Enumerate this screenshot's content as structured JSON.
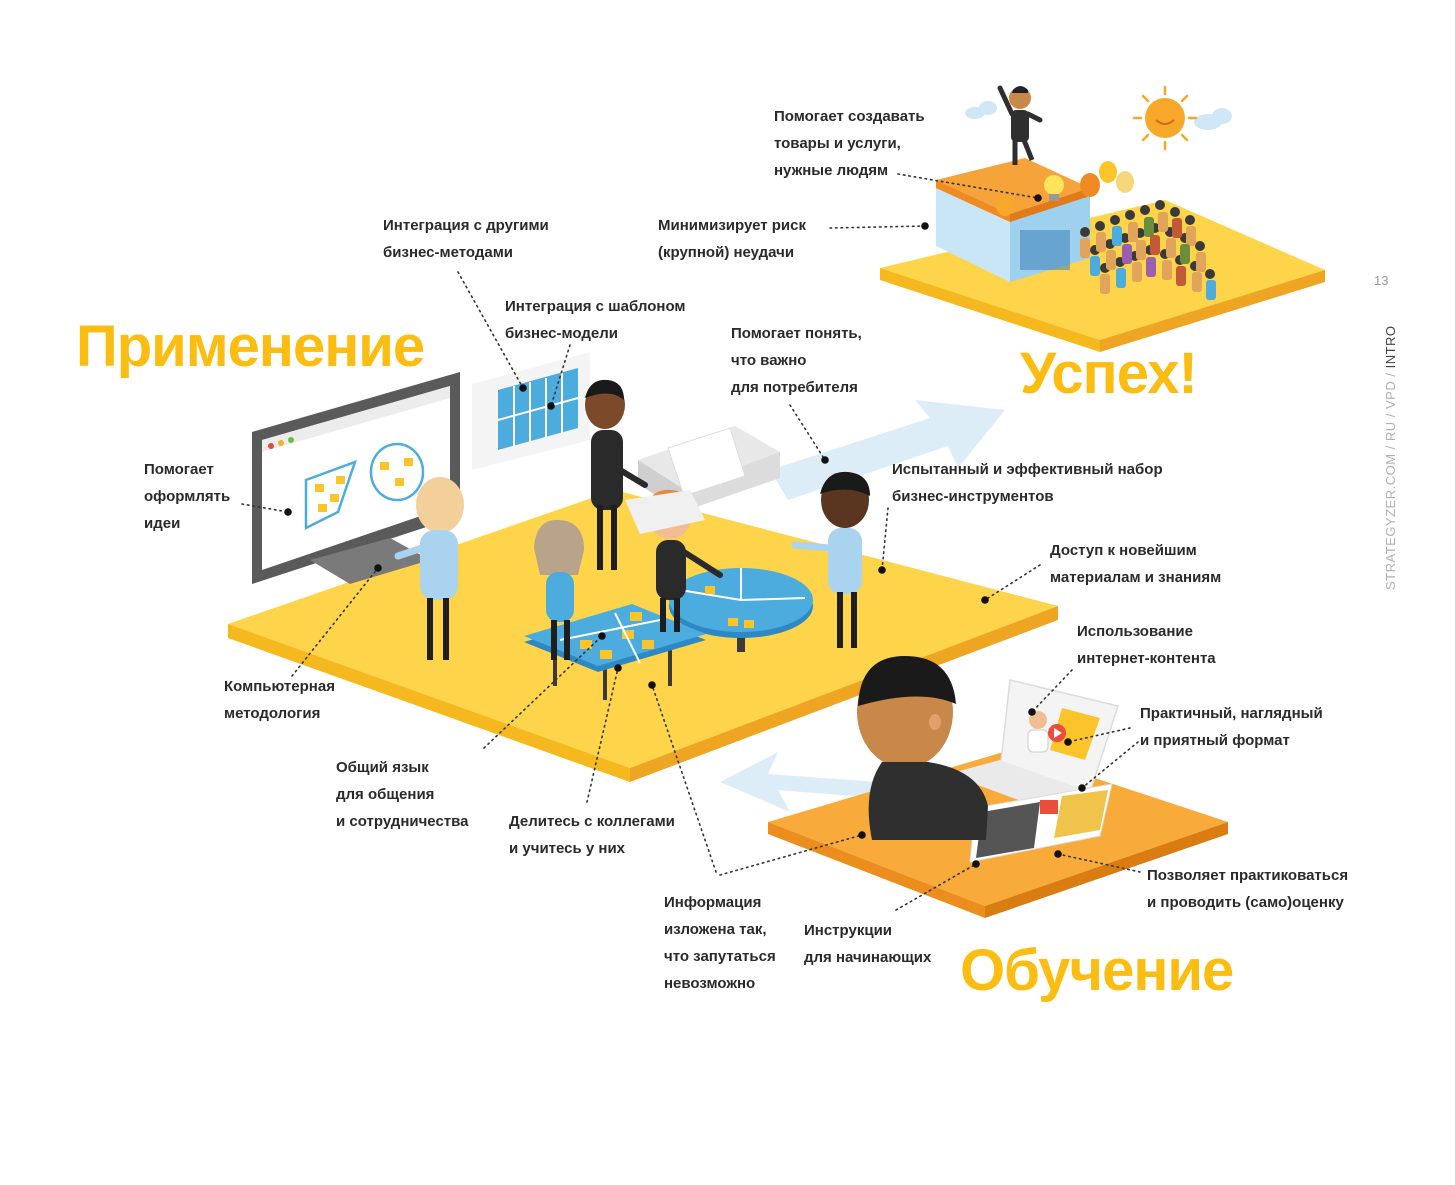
{
  "page": {
    "number": "13",
    "running_head": {
      "muted": "STRATEGYZER.COM / RU / VPD /",
      "strong": "INTRO"
    }
  },
  "headings": {
    "application": "Применение",
    "success": "Успех!",
    "learning": "Обучение"
  },
  "labels": {
    "create_products": [
      "Помогает создавать",
      "товары и услуги,",
      "нужные людям"
    ],
    "minimize_risk": [
      "Минимизирует риск",
      "(крупной) неудачи"
    ],
    "integration_methods": [
      "Интеграция с другими",
      "бизнес-методами"
    ],
    "integration_canvas": [
      "Интеграция с шаблоном",
      "бизнес-модели"
    ],
    "understand_customer": [
      "Помогает понять,",
      "что важно",
      "для потребителя"
    ],
    "shape_ideas": [
      "Помогает",
      "оформлять",
      "идеи"
    ],
    "tested_toolkit": [
      "Испытанный и эффективный набор",
      "бизнес-инструментов"
    ],
    "latest_materials": [
      "Доступ к новейшим",
      "материалам и знаниям"
    ],
    "computer_methodology": [
      "Компьютерная",
      "методология"
    ],
    "shared_language": [
      "Общий язык",
      "для общения",
      "и сотрудничества"
    ],
    "share_with_colleagues": [
      "Делитесь с коллегами",
      "и учитесь у них"
    ],
    "online_content": [
      "Использование",
      "интернет-контента"
    ],
    "practical_format": [
      "Практичный, наглядный",
      "и приятный формат"
    ],
    "self_assessment": [
      "Позволяет практиковаться",
      "и проводить (само)оценку"
    ],
    "clear_information": [
      "Информация",
      "изложена так,",
      "что запутаться",
      "невозможно"
    ],
    "beginner_instructions": [
      "Инструкции",
      "для начинающих"
    ]
  },
  "colors": {
    "heading": "#fbbd12",
    "platform_yellow": "#fed44a",
    "platform_orange": "#f8ab3a",
    "arrow_blue": "#dcedf8",
    "accent_blue": "#4cacdd"
  }
}
